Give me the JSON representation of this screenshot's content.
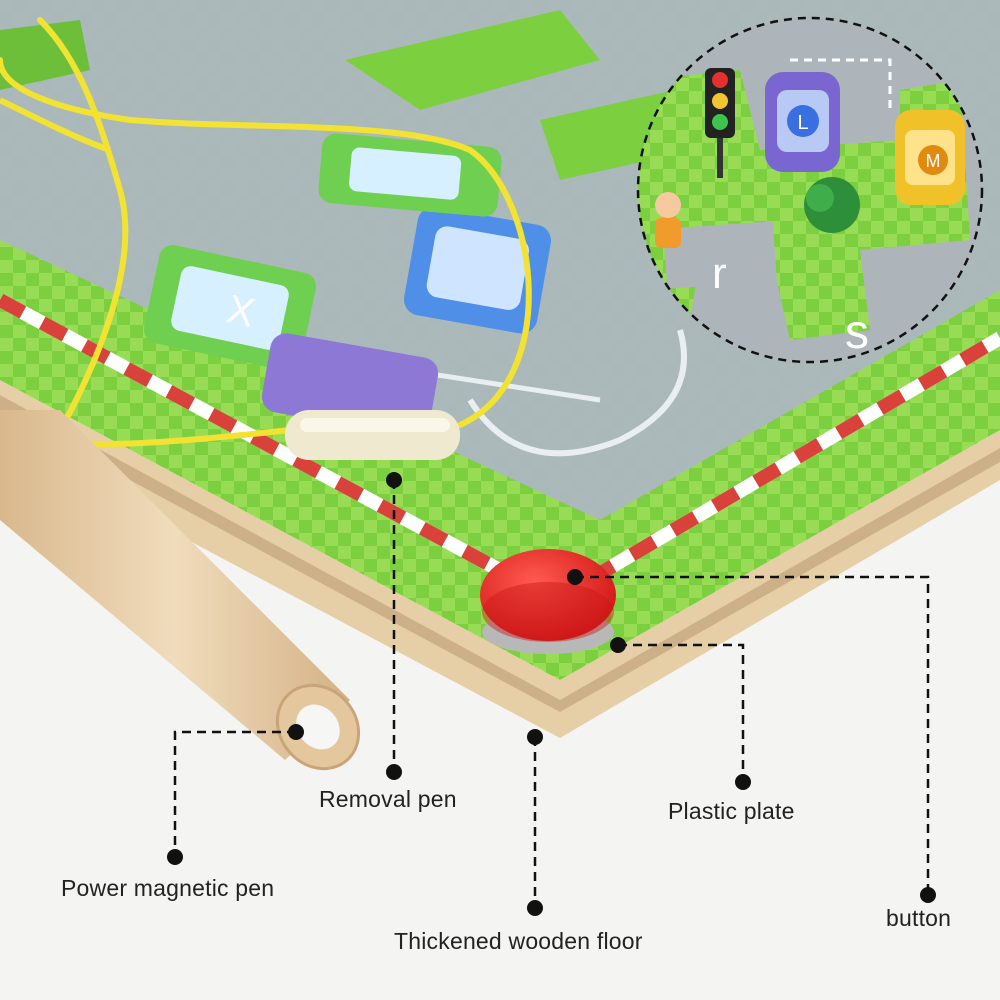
{
  "callouts": {
    "removal_pen": "Removal pen",
    "plastic_plate": "Plastic plate",
    "power_magnetic_pen": "Power magnetic pen",
    "button": "button",
    "thickened_wooden_floor": "Thickened wooden floor"
  },
  "inset": {
    "letters": [
      "L",
      "M",
      "r",
      "s"
    ]
  },
  "colors": {
    "background": "#f4f4f2",
    "board_green": "#7ccf3f",
    "road_gray": "#9aa7b1",
    "track_red": "#d9413b",
    "button_red": "#e41f1f",
    "string_yellow": "#f2e332",
    "wood": "#e8cfa8",
    "callout_line": "#111111"
  }
}
